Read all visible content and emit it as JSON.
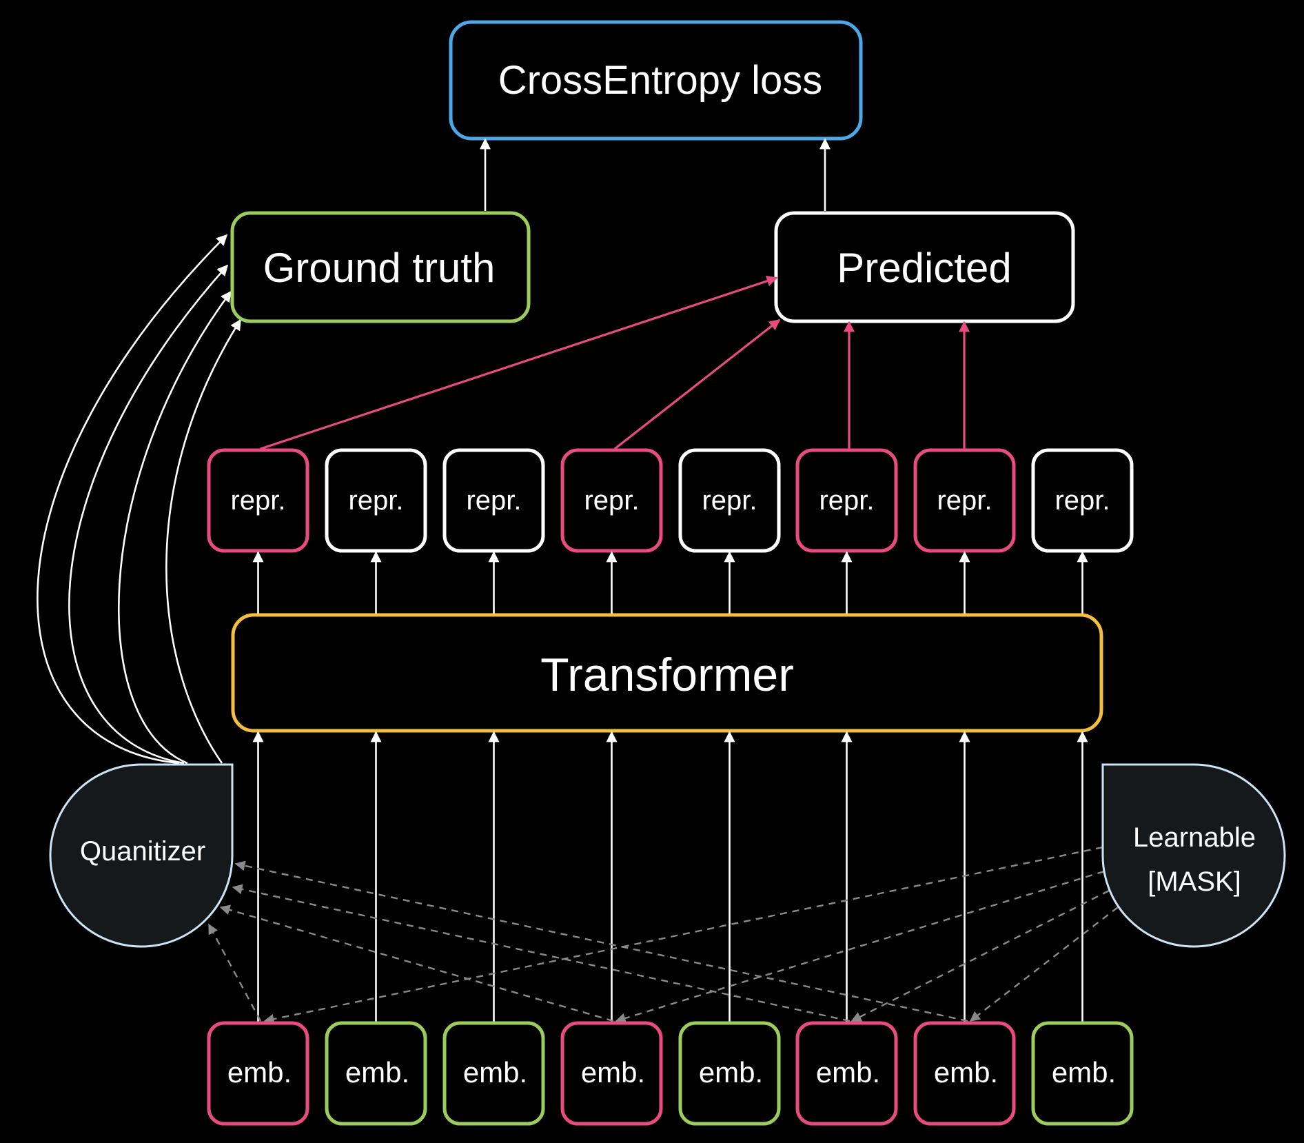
{
  "colors": {
    "background": "#000000",
    "loss_border": "#4ea8e6",
    "ground_truth_border": "#9ccc5c",
    "predicted_border": "#ffffff",
    "masked_border": "#e84a82",
    "unmasked_repr_border": "#ffffff",
    "unmasked_emb_border": "#9ccc5c",
    "transformer_border": "#f5be3f",
    "module_border": "#cde4f5",
    "module_fill": "#16191c",
    "arrow": "#ffffff",
    "masked_arrow": "#e84a82",
    "dashed_arrow": "#8a8a8a"
  },
  "loss": {
    "label": "CrossEntropy loss"
  },
  "ground_truth": {
    "label": "Ground truth"
  },
  "predicted": {
    "label": "Predicted"
  },
  "transformer": {
    "label": "Transformer"
  },
  "quantizer": {
    "label": "Quanitizer"
  },
  "mask_token": {
    "line1": "Learnable",
    "line2": "[MASK]"
  },
  "repr_tokens": [
    {
      "label": "repr.",
      "masked": true
    },
    {
      "label": "repr.",
      "masked": false
    },
    {
      "label": "repr.",
      "masked": false
    },
    {
      "label": "repr.",
      "masked": true
    },
    {
      "label": "repr.",
      "masked": false
    },
    {
      "label": "repr.",
      "masked": true
    },
    {
      "label": "repr.",
      "masked": true
    },
    {
      "label": "repr.",
      "masked": false
    }
  ],
  "emb_tokens": [
    {
      "label": "emb.",
      "masked": true
    },
    {
      "label": "emb.",
      "masked": false
    },
    {
      "label": "emb.",
      "masked": false
    },
    {
      "label": "emb.",
      "masked": true
    },
    {
      "label": "emb.",
      "masked": false
    },
    {
      "label": "emb.",
      "masked": true
    },
    {
      "label": "emb.",
      "masked": true
    },
    {
      "label": "emb.",
      "masked": false
    }
  ]
}
